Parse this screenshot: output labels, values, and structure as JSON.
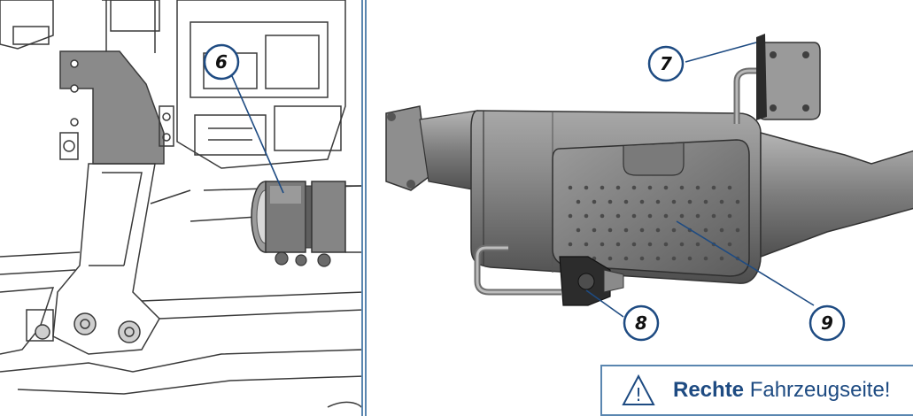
{
  "callouts": {
    "c6": "6",
    "c7": "7",
    "c8": "8",
    "c9": "9"
  },
  "warning": {
    "icon": "warning-triangle-icon",
    "icon_symbol": "!",
    "bold": "Rechte",
    "text": " Fahrzeugseite!"
  },
  "colors": {
    "frame": "#5a86b0",
    "callout": "#1e4b82",
    "part_fill": "#7b7b7b"
  }
}
